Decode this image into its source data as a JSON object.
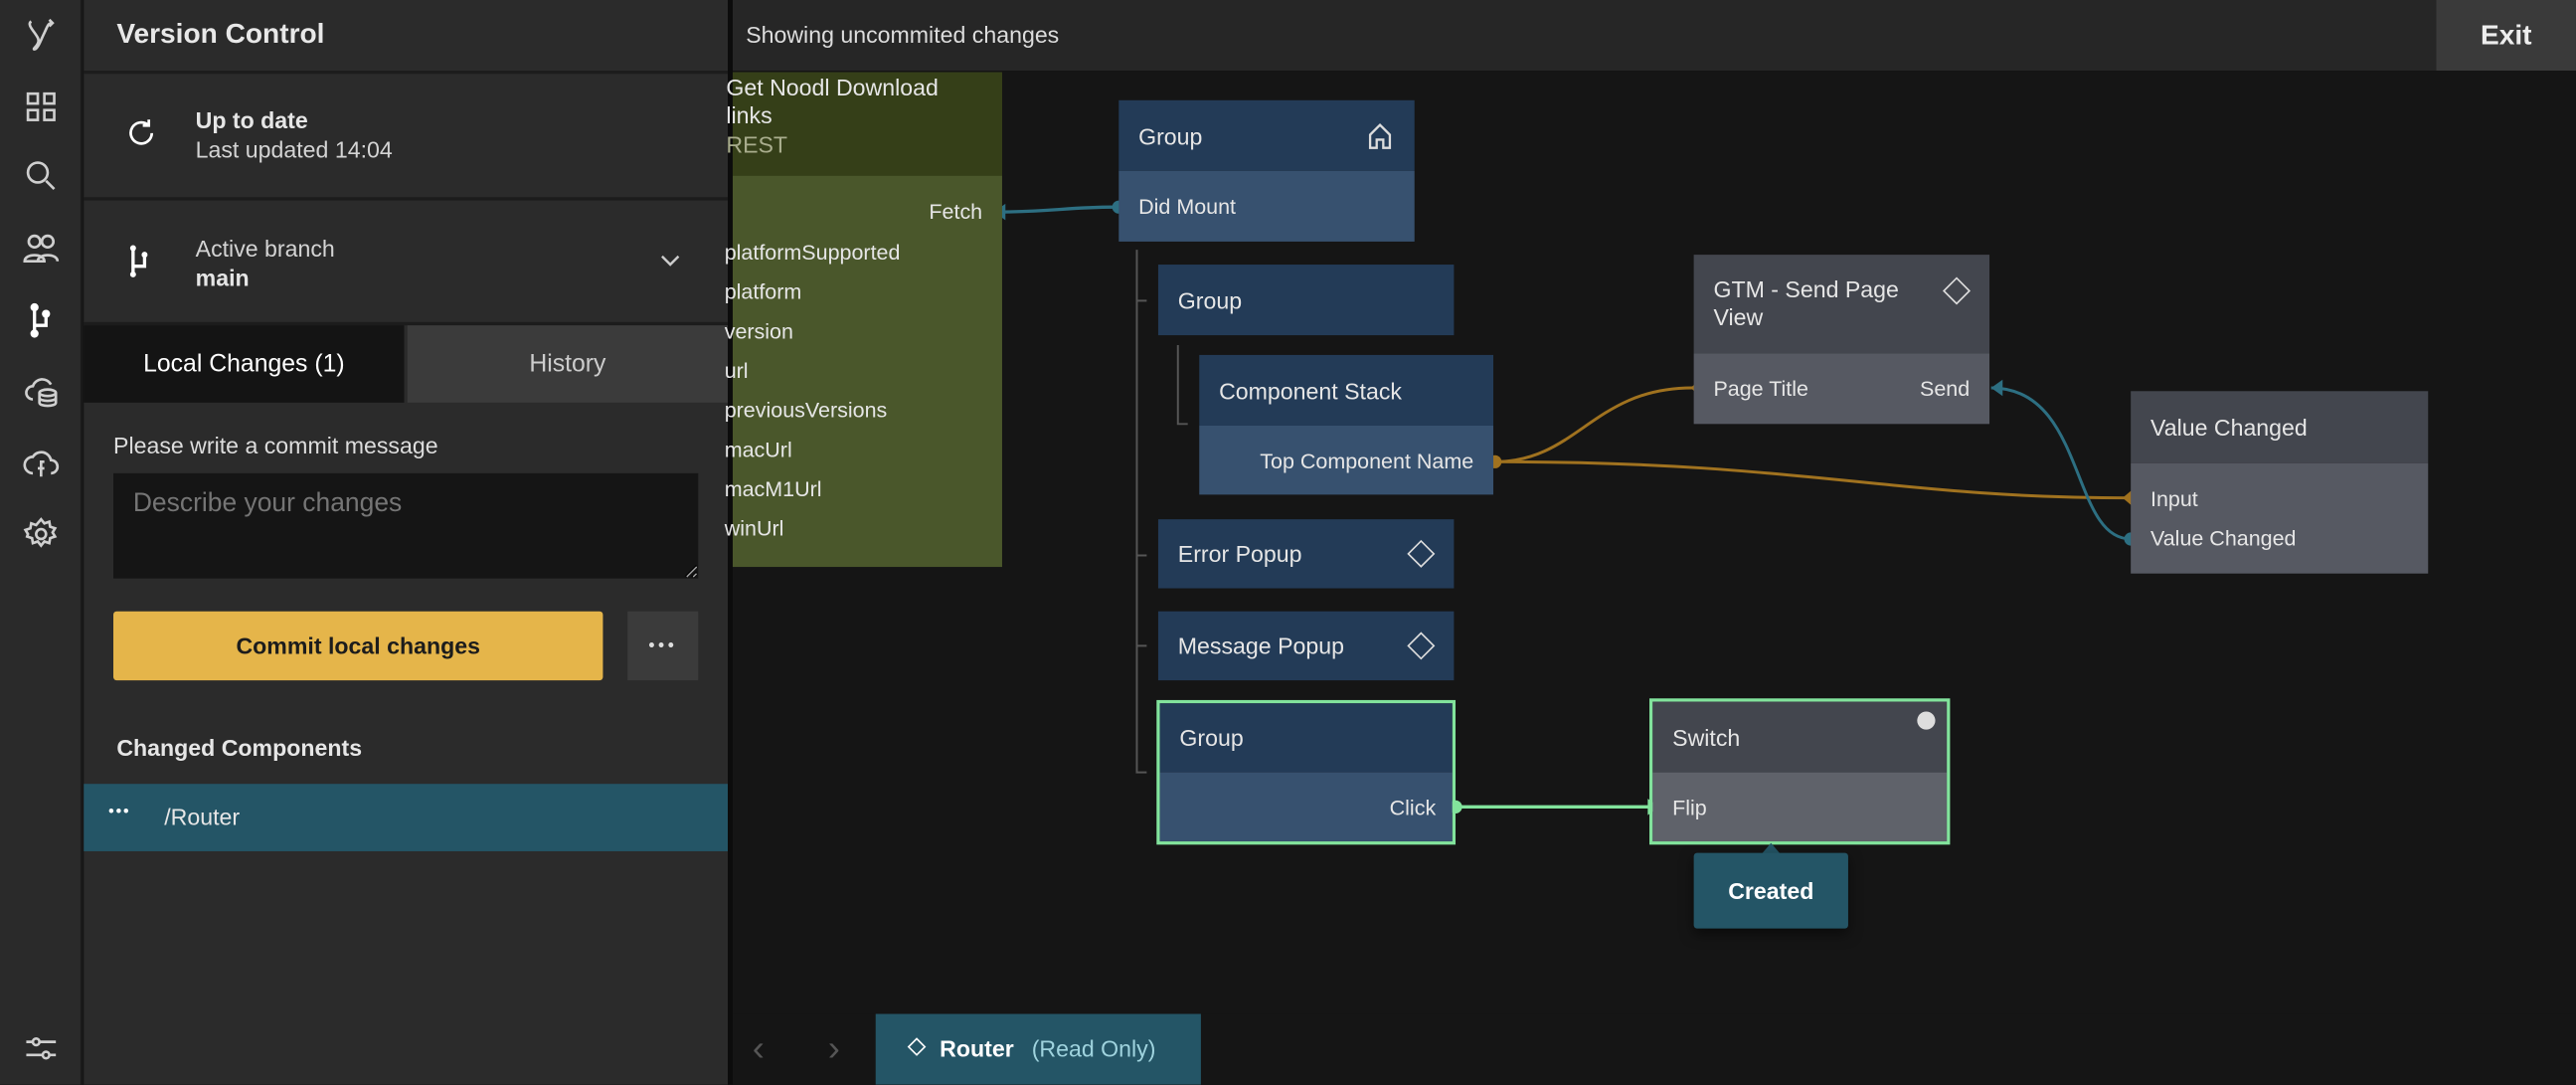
{
  "sidebar_icons": [
    "noodl-logo-icon",
    "components-grid-icon",
    "search-icon",
    "users-icon",
    "version-control-icon",
    "cloud-database-icon",
    "cloud-functions-icon",
    "settings-gear-icon",
    "adjustments-sliders-icon"
  ],
  "panel": {
    "title": "Version Control",
    "status": {
      "title": "Up to date",
      "subtitle": "Last updated 14:04"
    },
    "branch": {
      "label": "Active branch",
      "name": "main"
    },
    "tabs": [
      {
        "label": "Local Changes (1)",
        "active": true
      },
      {
        "label": "History",
        "active": false
      }
    ],
    "commit": {
      "label": "Please write a commit message",
      "placeholder": "Describe your changes",
      "button": "Commit local changes",
      "more": "•••"
    },
    "changed_title": "Changed Components",
    "changed_items": [
      {
        "menu": "•••",
        "path": "/Router"
      }
    ]
  },
  "topbar": {
    "message": "Showing uncommited changes",
    "exit": "Exit"
  },
  "nodes": {
    "rest": {
      "title": "Get Noodl Download links",
      "type": "REST",
      "ports": [
        "Fetch",
        "platformSupported",
        "platform",
        "version",
        "url",
        "previousVersions",
        "macUrl",
        "macM1Url",
        "winUrl"
      ]
    },
    "group_root": {
      "title": "Group",
      "port": "Did Mount",
      "icon": "home-icon"
    },
    "group2": {
      "title": "Group"
    },
    "component_stack": {
      "title": "Component Stack",
      "port": "Top Component Name"
    },
    "error_popup": {
      "title": "Error Popup"
    },
    "message_popup": {
      "title": "Message Popup"
    },
    "group3": {
      "title": "Group",
      "port": "Click"
    },
    "gtm": {
      "title": "GTM - Send Page View",
      "port_in": "Page Title",
      "port_out": "Send"
    },
    "value_changed": {
      "title": "Value Changed",
      "port_in": "Input",
      "port_out": "Value Changed"
    },
    "switch": {
      "title": "Switch",
      "port": "Flip"
    }
  },
  "tooltip": "Created",
  "bottombar": {
    "back": "‹",
    "forward": "›",
    "tab_name": "Router",
    "tab_suffix": "(Read Only)"
  },
  "colors": {
    "accent_yellow": "#e5b54a",
    "teal": "#245566",
    "created_green": "#82e39c",
    "connection_orange": "#a0721f",
    "connection_teal": "#2d6f82"
  }
}
